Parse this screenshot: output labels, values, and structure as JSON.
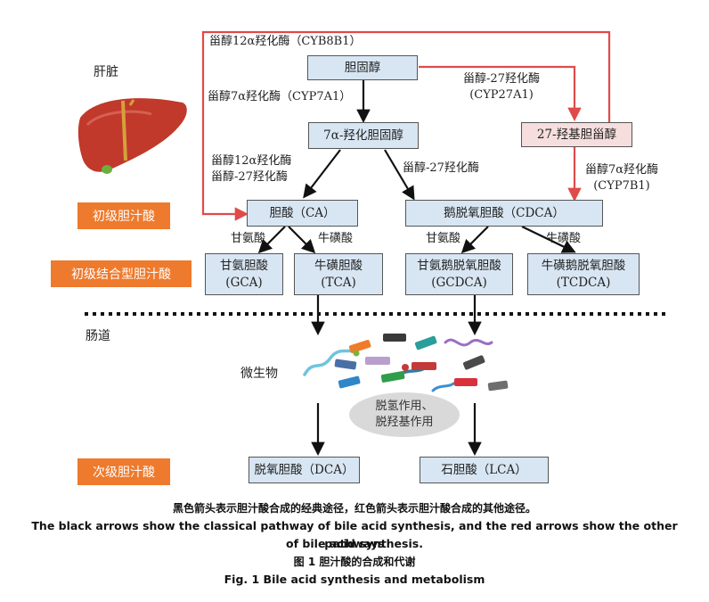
{
  "labels": {
    "liver": "肝脏",
    "intestine": "肠道",
    "microbe": "微生物"
  },
  "categories": {
    "primary": "初级胆汁酸",
    "primary_conjugated": "初级结合型胆汁酸",
    "secondary": "次级胆汁酸"
  },
  "nodes": {
    "cholesterol": "胆固醇",
    "hydroxy7a": "7α-羟化胆固醇",
    "hydroxy27": "27-羟基胆甾醇",
    "ca": "胆酸（CA）",
    "cdca": "鹅脱氧胆酸（CDCA）",
    "gca_name": "甘氨胆酸",
    "gca_abbr": "(GCA)",
    "tca_name": "牛磺胆酸",
    "tca_abbr": "(TCA)",
    "gcdca_name": "甘氨鹅脱氧胆酸",
    "gcdca_abbr": "(GCDCA)",
    "tcdca_name": "牛磺鹅脱氧胆酸",
    "tcdca_abbr": "(TCDCA)",
    "dca": "脱氧胆酸（DCA）",
    "lca": "石胆酸（LCA）"
  },
  "enzymes": {
    "cyp8b1_top": "甾醇12α羟化酶（CYB8B1）",
    "cyp7a1_l1": "甾醇7α羟化酶（CYP7A1）",
    "cyp27a1_l1": "甾醇-27羟化酶",
    "cyp27a1_l2": "(CYP27A1)",
    "mid_l1": "甾醇12α羟化酶",
    "mid_l2": "甾醇-27羟化酶",
    "right27": "甾醇-27羟化酶",
    "cyp7b1_l1": "甾醇7α羟化酶",
    "cyp7b1_l2": "(CYP7B1)"
  },
  "conjugation": {
    "glycine_left": "甘氨酸",
    "taurine_left": "牛磺酸",
    "glycine_right": "甘氨酸",
    "taurine_right": "牛磺酸"
  },
  "process": {
    "l1": "脱氢作用、",
    "l2": "脱羟基作用"
  },
  "caption": {
    "zh1": "黑色箭头表示胆汁酸合成的经典途径，红色箭头表示胆汁酸合成的其他途径。",
    "en1": "The black arrows show the classical pathway of bile acid synthesis, and the red arrows show the other pathways",
    "en2": "of bile acid synthesis.",
    "zh2": "图 1 胆汁酸的合成和代谢",
    "en3": "Fig. 1 Bile acid synthesis and metabolism"
  },
  "colors": {
    "box_fill": "#d8e6f3",
    "pink_fill": "#f5dedd",
    "category_fill": "#ee7a2d",
    "black_arrow": "#111111",
    "red_arrow": "#e04a4a",
    "oval_fill": "#d9d9d9",
    "liver": "#c0392b"
  }
}
